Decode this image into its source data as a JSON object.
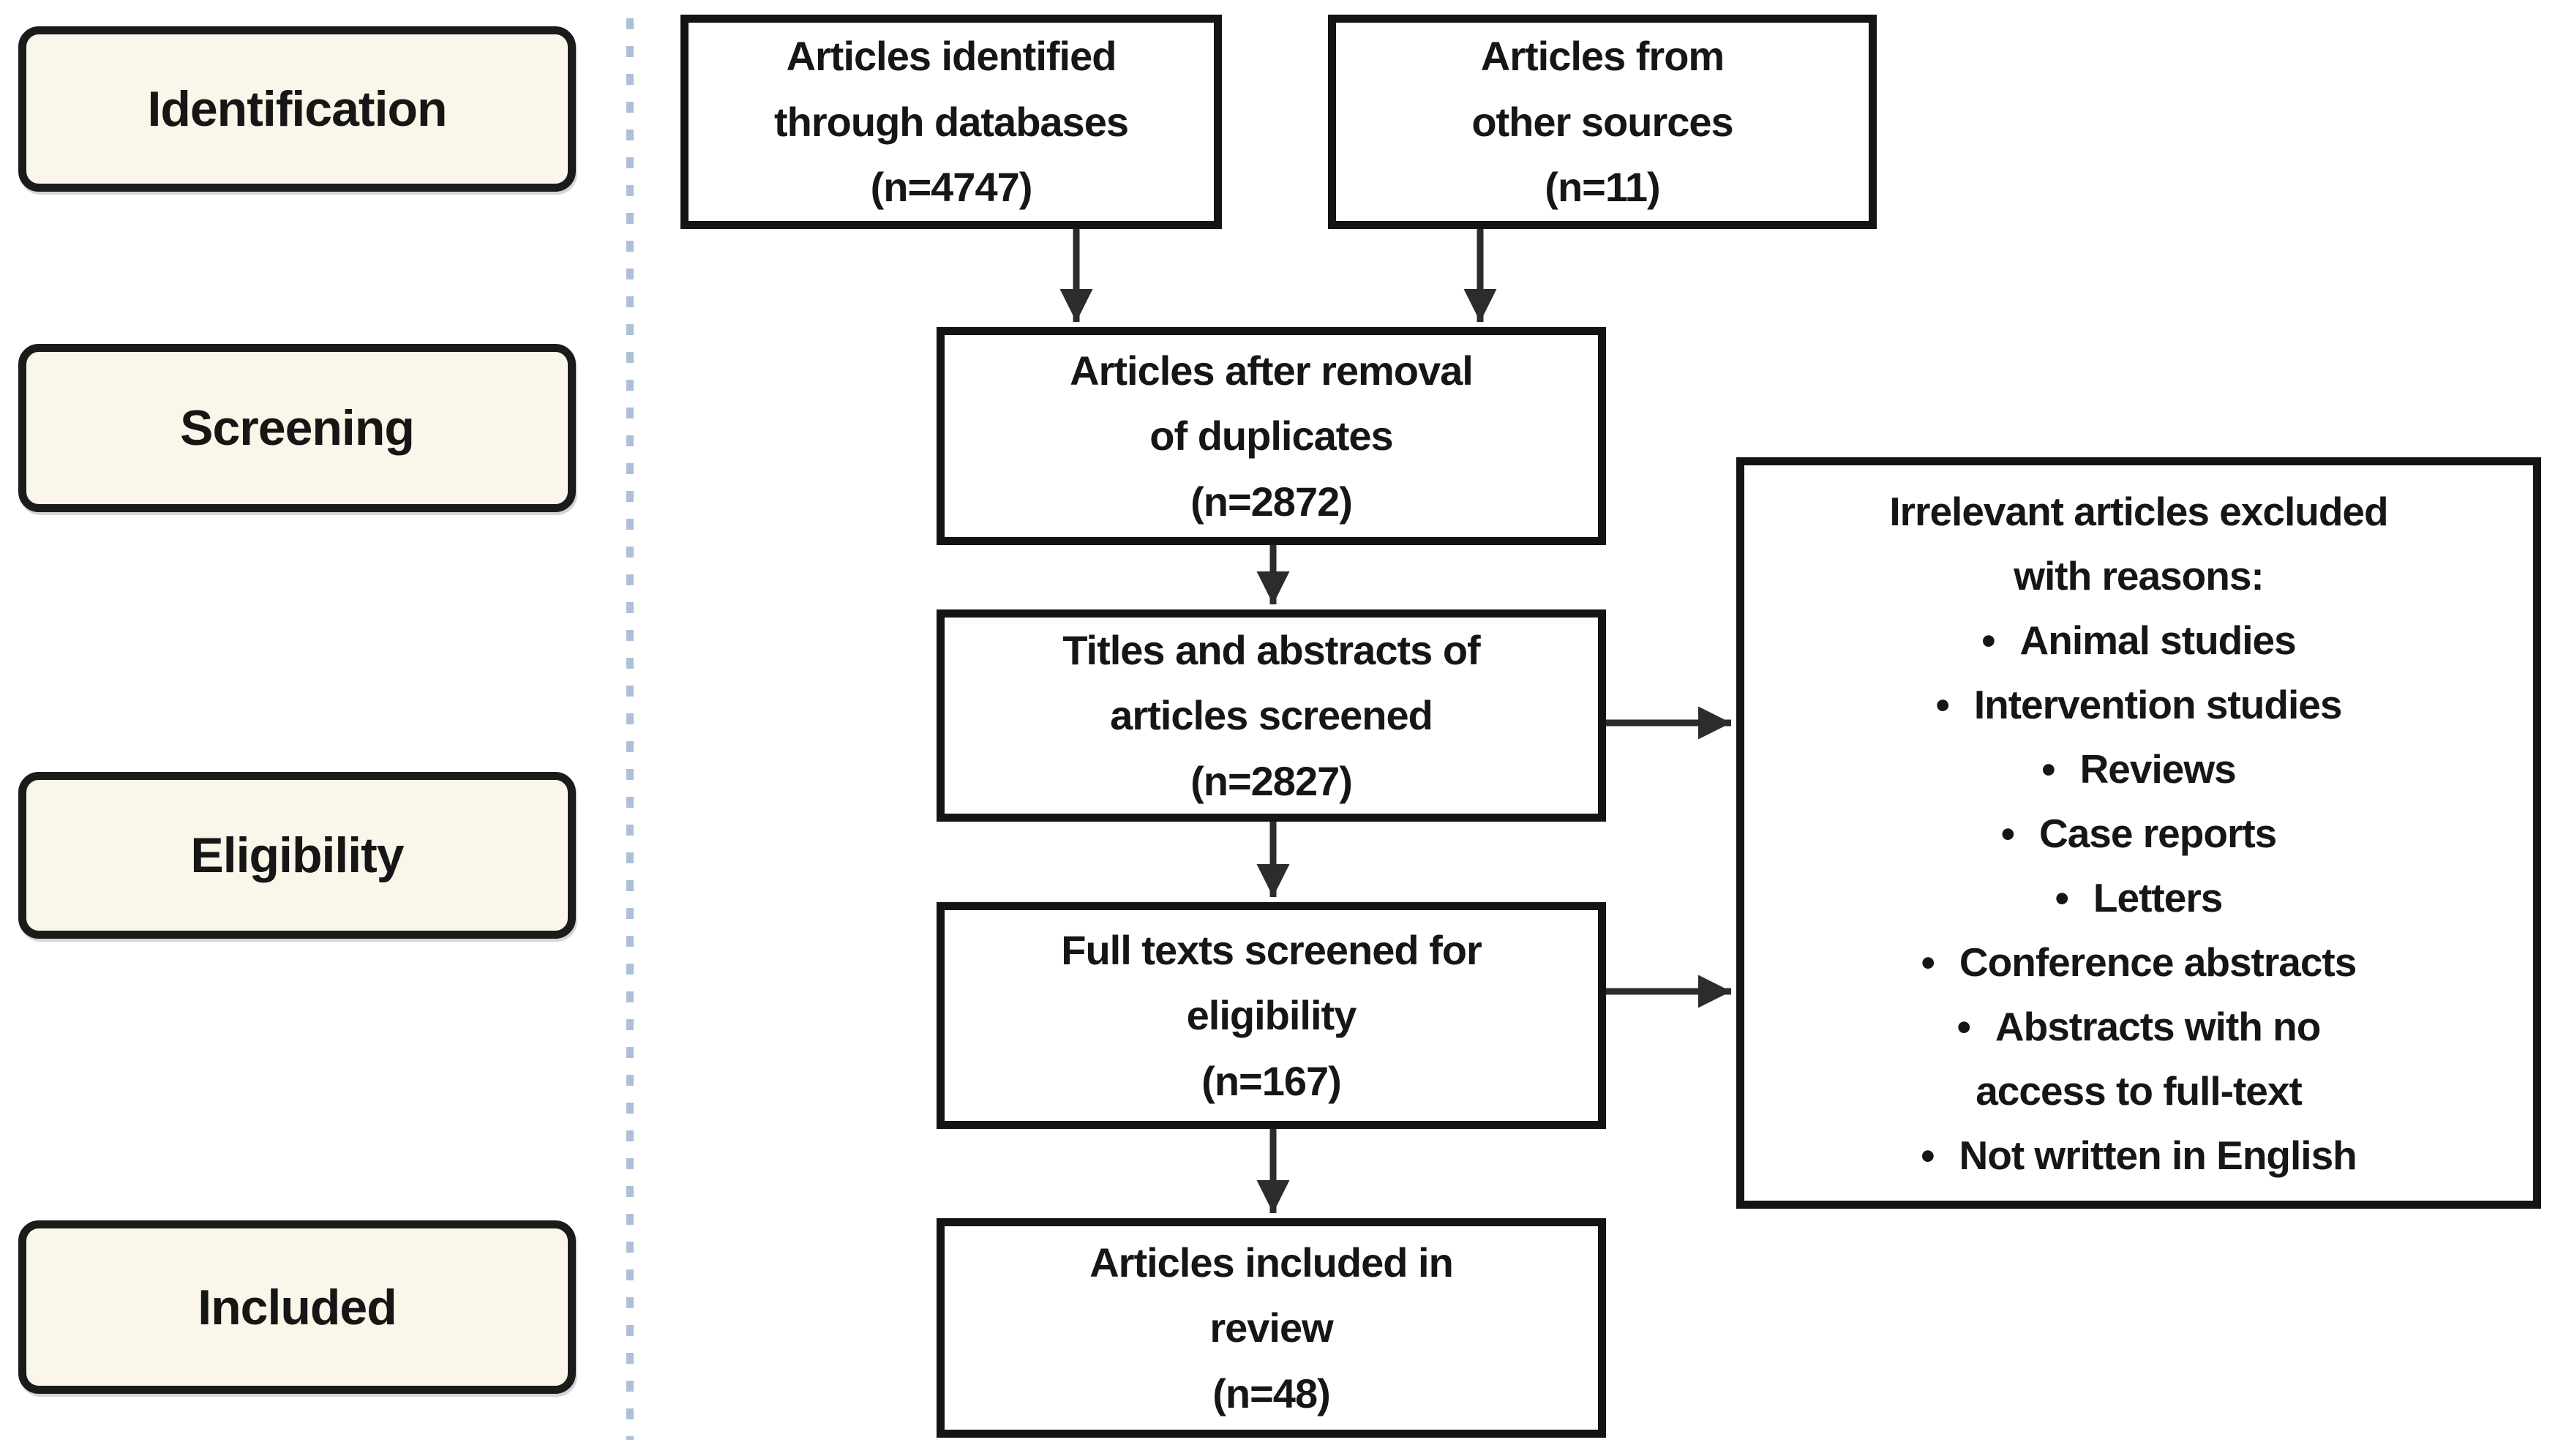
{
  "diagram": {
    "stages": [
      {
        "label": "Identification"
      },
      {
        "label": "Screening"
      },
      {
        "label": "Eligibility"
      },
      {
        "label": "Included"
      }
    ],
    "nodes": {
      "identified": {
        "text": "Articles identified\nthrough databases\n(n=4747)"
      },
      "other_sources": {
        "text": "Articles from\nother sources\n(n=11)"
      },
      "after_duplicates": {
        "text": "Articles after removal\nof duplicates\n(n=2872)"
      },
      "titles_screened": {
        "text": "Titles and abstracts of\narticles screened\n(n=2827)"
      },
      "fulltext_screened": {
        "text": "Full texts screened for\neligibility\n(n=167)"
      },
      "included_review": {
        "text": "Articles included in\nreview\n(n=48)"
      }
    },
    "exclusion": {
      "heading": "Irrelevant articles excluded\nwith reasons:",
      "bullets": [
        "Animal studies",
        "Intervention studies",
        "Reviews",
        "Case reports",
        "Letters",
        "Conference abstracts",
        "Abstracts with no\naccess to full-text",
        "Not written in English"
      ]
    },
    "edges": [
      {
        "from": "identified",
        "to": "after_duplicates"
      },
      {
        "from": "other_sources",
        "to": "after_duplicates"
      },
      {
        "from": "after_duplicates",
        "to": "titles_screened"
      },
      {
        "from": "titles_screened",
        "to": "fulltext_screened"
      },
      {
        "from": "titles_screened",
        "to": "exclusion"
      },
      {
        "from": "fulltext_screened",
        "to": "exclusion"
      },
      {
        "from": "fulltext_screened",
        "to": "included_review"
      }
    ],
    "colors": {
      "stage_box_bg": "#FAF6E9",
      "border": "#141414",
      "arrow": "#2c2c2c",
      "divider_dash": "#AEBFD9",
      "background": "#ffffff"
    }
  }
}
